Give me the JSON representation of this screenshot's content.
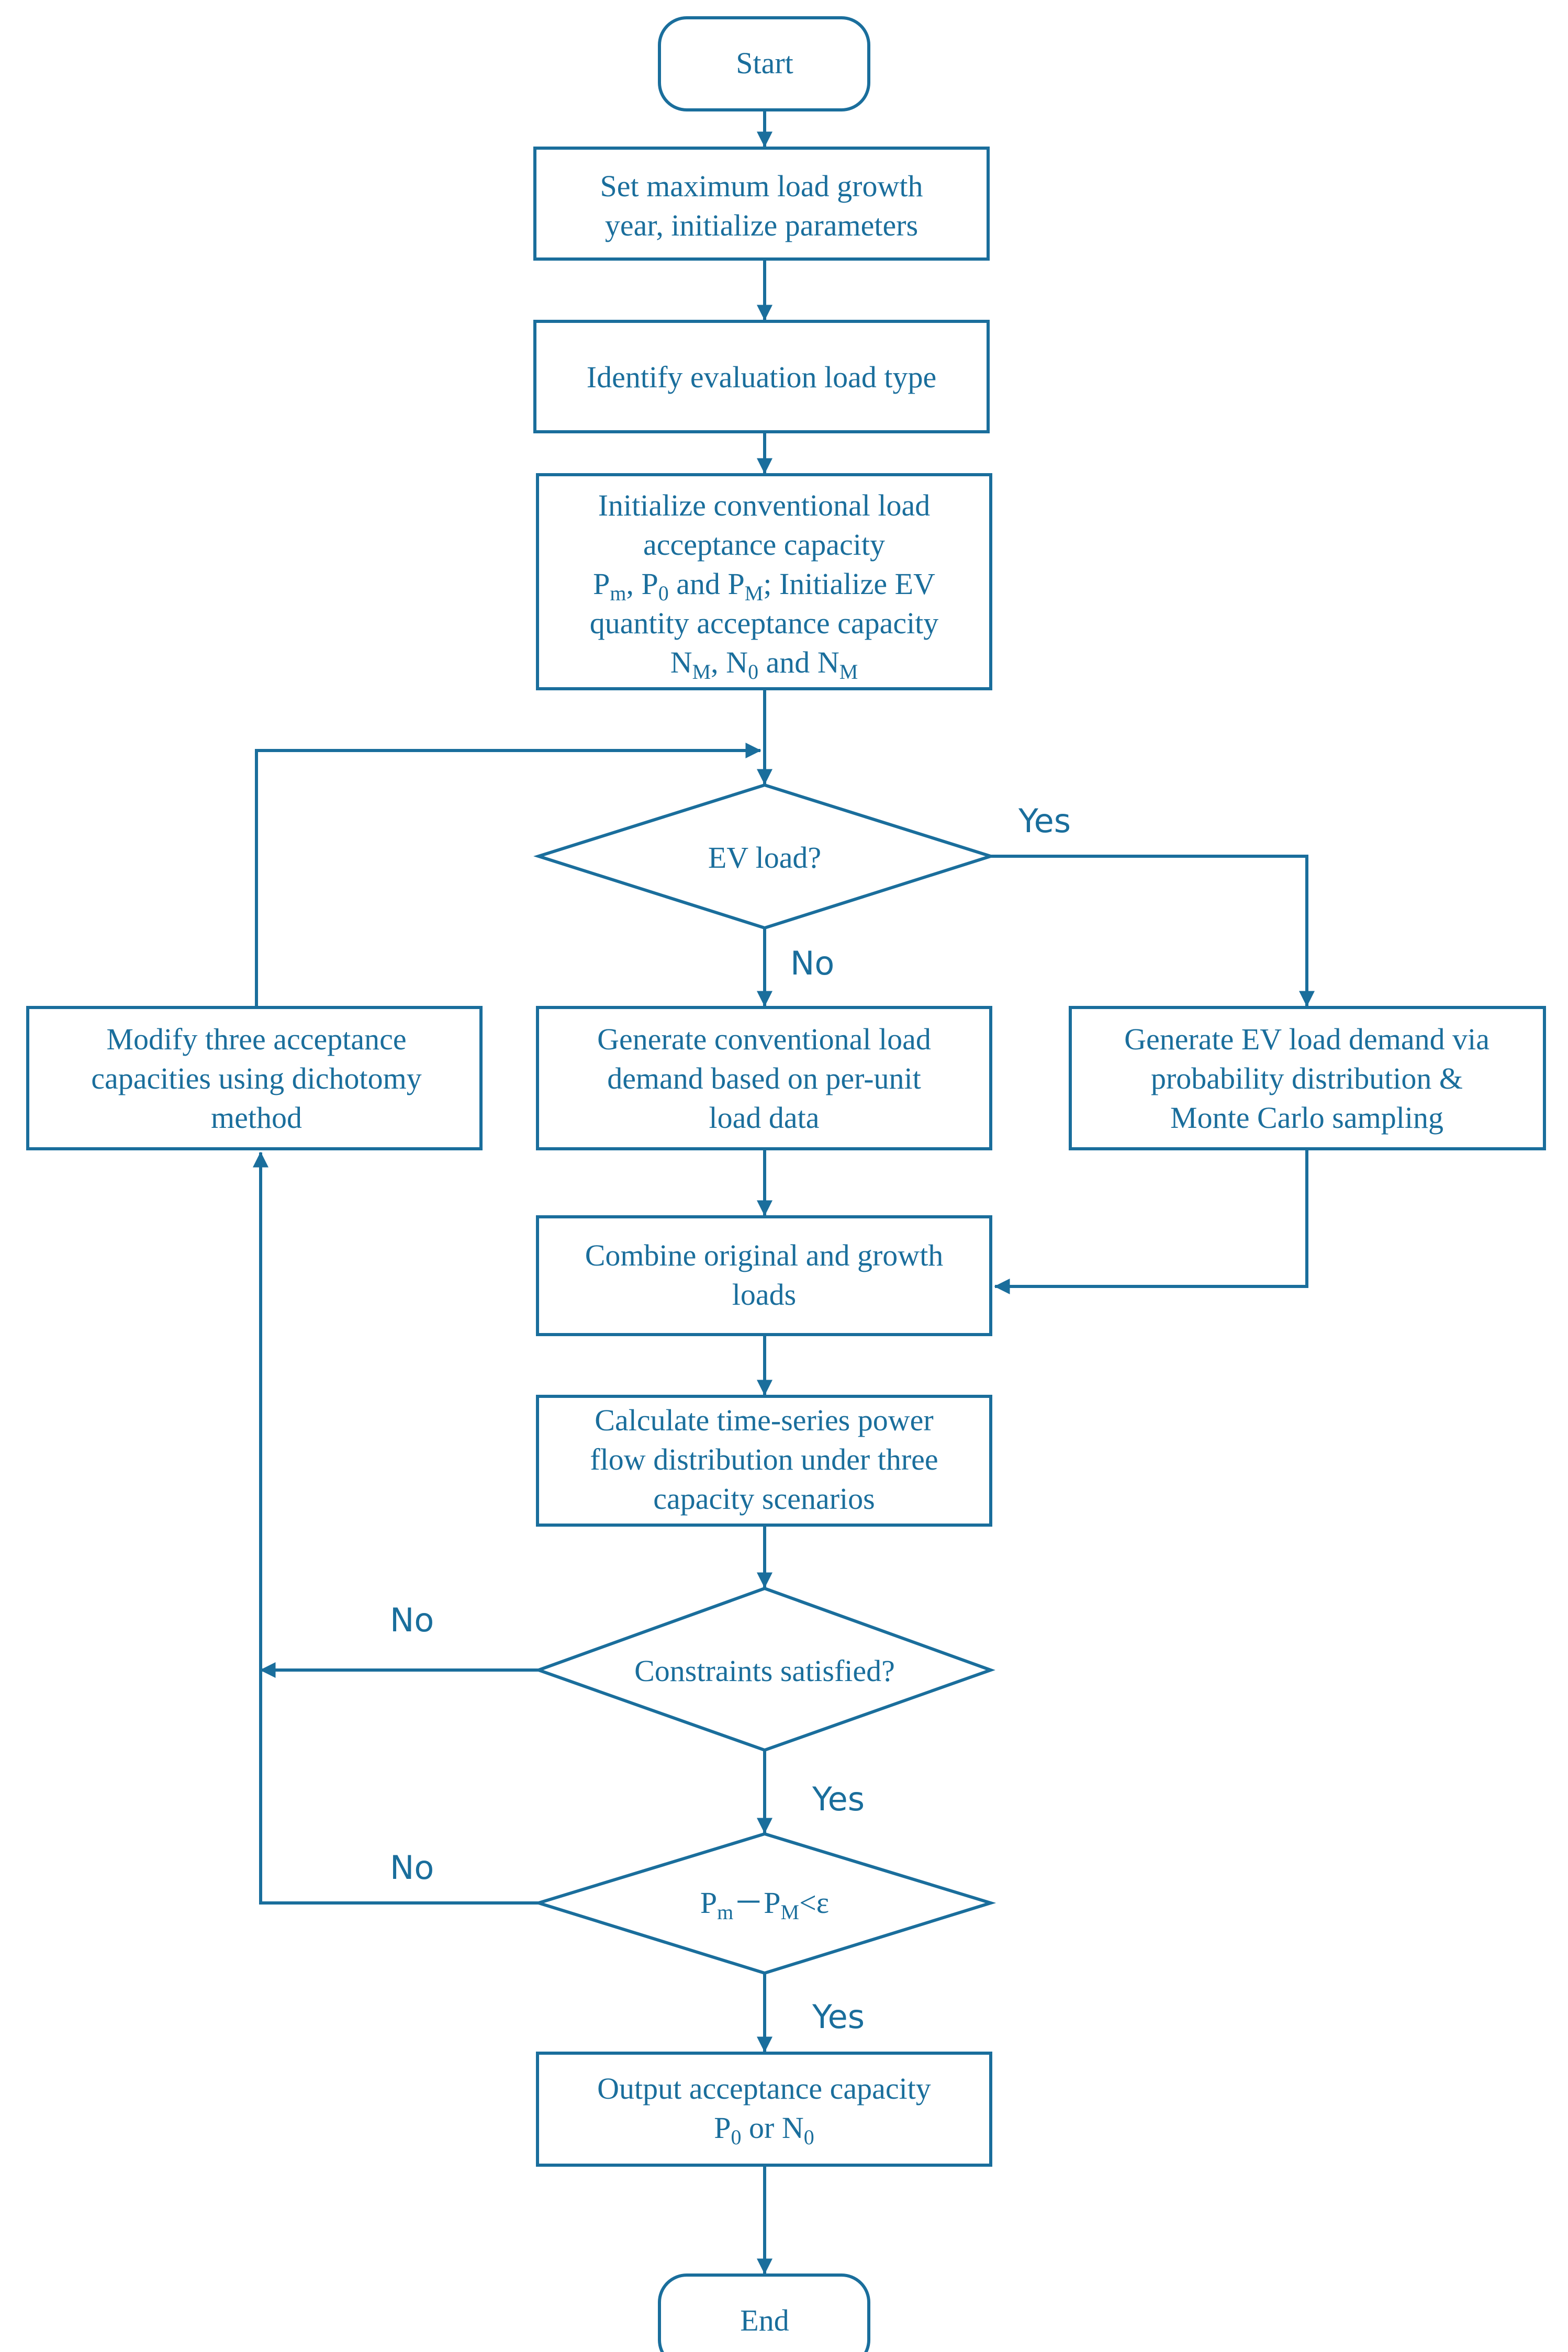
{
  "nodes": {
    "start": {
      "text": "Start"
    },
    "set_params": {
      "line1": "Set maximum load growth",
      "line2": "year, initialize parameters"
    },
    "identify": {
      "text": "Identify evaluation load type"
    },
    "init": {
      "line1": "Initialize conventional load",
      "line2": "acceptance capacity",
      "p_m": "P",
      "p_m_sub": "m",
      "p_0": "P",
      "p_0_sub": "0",
      "and1": " and ",
      "p_M": "P",
      "p_M_sub": "M",
      "init_ev": "; Initialize EV",
      "line4": "quantity acceptance capacity",
      "n_m": "N",
      "n_m_sub": "M",
      "n_0": "N",
      "n_0_sub": "0",
      "and2": " and ",
      "n_M": "N",
      "n_M_sub": "M",
      "comma": ", "
    },
    "ev_decision": {
      "text": "EV load?"
    },
    "modify": {
      "line1": "Modify three acceptance",
      "line2": "capacities using dichotomy",
      "line3": "method"
    },
    "conventional": {
      "line1": "Generate conventional load",
      "line2": "demand based on per-unit",
      "line3": "load data"
    },
    "ev_demand": {
      "line1": "Generate EV load demand via",
      "line2": "probability distribution &",
      "line3": "Monte Carlo sampling"
    },
    "combine": {
      "line1": "Combine original and growth",
      "line2": "loads"
    },
    "power_flow": {
      "line1": "Calculate time-series power",
      "line2": "flow distribution under three",
      "line3": "capacity scenarios"
    },
    "constraints": {
      "text": "Constraints satisfied?"
    },
    "convergence": {
      "p1": "P",
      "p1_sub": "m",
      "minus": "－",
      "p2": "P",
      "p2_sub": "M",
      "tail": "<ε"
    },
    "output": {
      "line1": "Output acceptance capacity",
      "p": "P",
      "p_sub": "0",
      "or": " or ",
      "n": "N",
      "n_sub": "0"
    },
    "end": {
      "text": "End"
    }
  },
  "edge_labels": {
    "ev_yes": "Yes",
    "ev_no": "No",
    "constraints_no": "No",
    "constraints_yes": "Yes",
    "convergence_no": "No",
    "convergence_yes": "Yes"
  }
}
